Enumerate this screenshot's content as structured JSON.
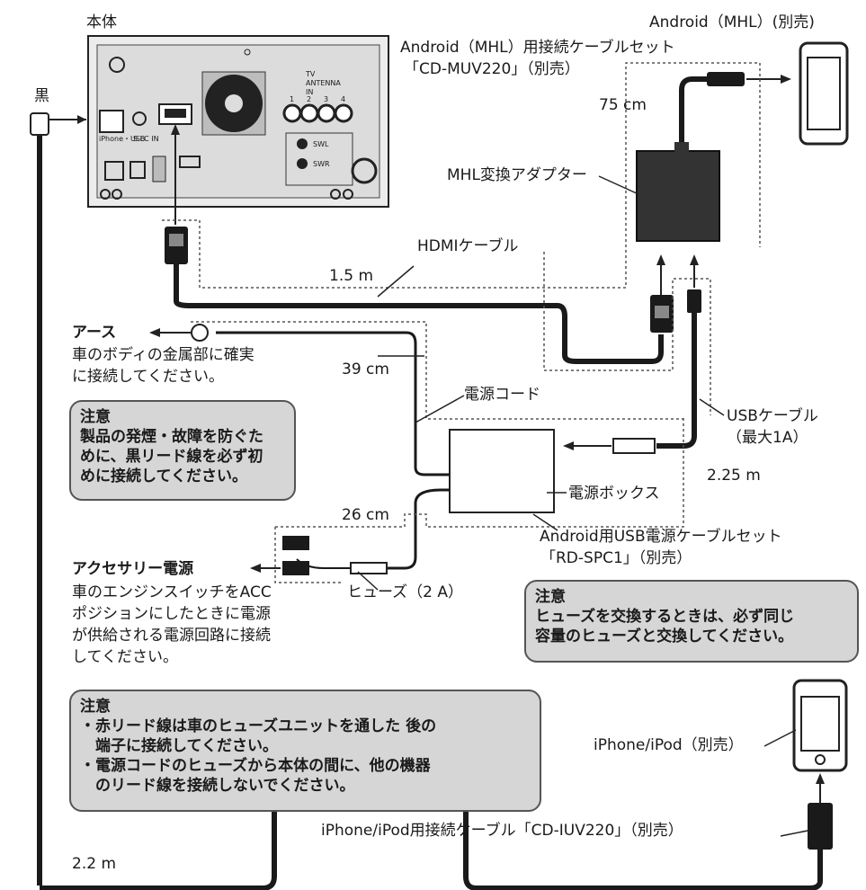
{
  "labels": {
    "head_unit": "本体",
    "black": "黒",
    "android_device": "Android（MHL）(別売)",
    "mhl_cable_set": "Android（MHL）用接続ケーブルセット",
    "mhl_cable_model": "「CD-MUV220」（別売）",
    "len_75": "75 cm",
    "mhl_adapter": "MHL変換アダプター",
    "hdmi_cable": "HDMIケーブル",
    "len_15": "1.5 m",
    "ground_title": "アース",
    "ground_desc": [
      "車のボディの金属部に確実",
      "に接続してください。"
    ],
    "len_39": "39 cm",
    "power_cord": "電源コード",
    "usb_cable": "USBケーブル",
    "usb_max": "（最大1A）",
    "len_225": "2.25 m",
    "power_box": "電源ボックス",
    "len_26": "26 cm",
    "usb_power_set": "Android用USB電源ケーブルセット",
    "usb_power_model": "「RD-SPC1」（別売）",
    "acc_title": "アクセサリー電源",
    "acc_desc": [
      "車のエンジンスイッチをACC",
      "ポジションにしたときに電源",
      "が供給される電源回路に接続",
      "してください。"
    ],
    "fuse": "ヒューズ（2 A）",
    "iphone": "iPhone/iPod（別売）",
    "iphone_cable": "iPhone/iPod用接続ケーブル「CD-IUV220」（別売）",
    "len_22": "2.2 m",
    "panel_usb": "iPhone・USB",
    "panel_slc": "S.LC IN",
    "panel_tv": "TV",
    "panel_antenna": "ANTENNA",
    "panel_in": "IN",
    "panel_swl": "SWL",
    "panel_swr": "SWR",
    "panel_num1": "1",
    "panel_num2": "2",
    "panel_num3": "3",
    "panel_num4": "4"
  },
  "notes": {
    "caution1": {
      "title": "注意",
      "lines": [
        "製品の発煙・故障を防ぐた",
        "めに、黒リード線を必ず初",
        "めに接続してください。"
      ]
    },
    "caution2": {
      "title": "注意",
      "lines": [
        "ヒューズを交換するときは、必ず同じ",
        "容量のヒューズと交換してください。"
      ]
    },
    "caution3": {
      "title": "注意",
      "lines": [
        "・赤リード線は車のヒューズユニットを通した 後の",
        "　端子に接続してください。",
        "・電源コードのヒューズから本体の間に、他の機器",
        "　のリード線を接続しないでください。"
      ]
    }
  },
  "colors": {
    "cable": "#1a1a1a",
    "note_bg": "#d6d6d6",
    "dotted": "#555555"
  }
}
